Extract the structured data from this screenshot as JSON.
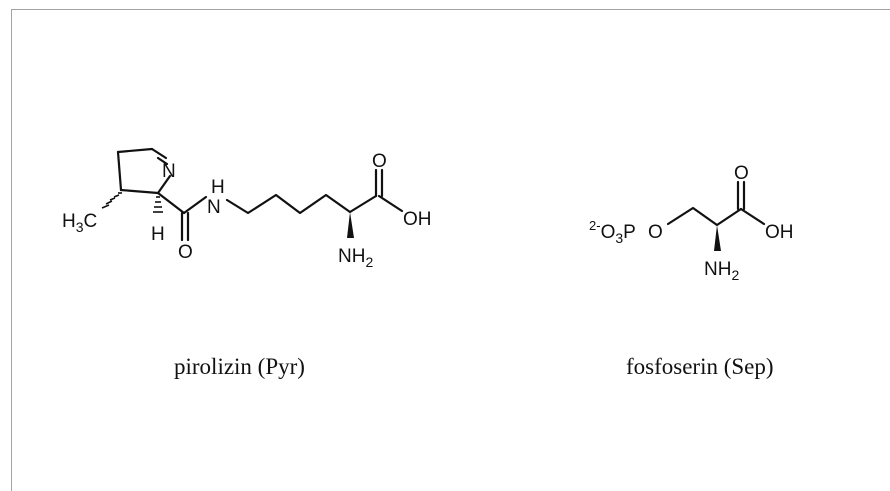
{
  "molecules": [
    {
      "caption": "pirolizin (Pyr)",
      "atoms": {
        "ring_n": "N",
        "h3c_main": "H",
        "h3c_sub": "3",
        "h3c_c": "C",
        "alpha_h": "H",
        "amide_o": "O",
        "nh_h": "H",
        "nh_n": "N",
        "acid_o": "O",
        "acid_oh": "OH",
        "nh2_main": "NH",
        "nh2_sub": "2"
      }
    },
    {
      "caption": "fosfoserin (Sep)",
      "atoms": {
        "charge": "2-",
        "o3p_o": "O",
        "o3p_sub": "3",
        "o3p_p": "P",
        "ester_o": "O",
        "acid_o": "O",
        "acid_oh": "OH",
        "nh2_main": "NH",
        "nh2_sub": "2"
      }
    }
  ]
}
